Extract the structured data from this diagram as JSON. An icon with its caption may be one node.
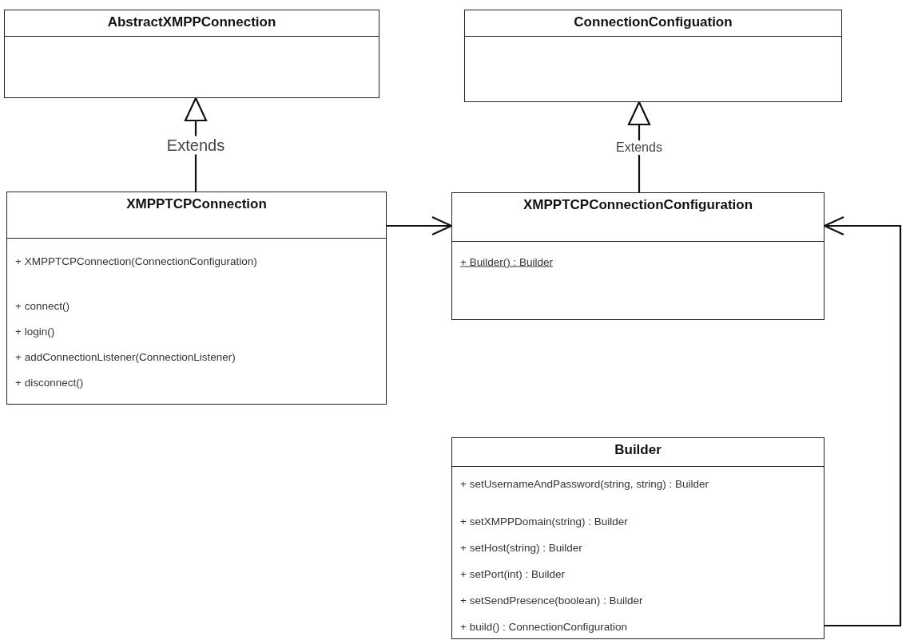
{
  "diagram": {
    "nodes": [
      {
        "text": [
          "AbstractXMPPConnection"
        ]
      },
      {
        "text": [
          "ConnectionConfiguation"
        ]
      },
      {
        "text": [
          "XMPPTCPConnection",
          "+ XMPPTCPConnection(ConnectionConfiguration)",
          "+ connect()",
          "+ login()",
          "+ addConnectionListener(ConnectionListener)",
          "+ disconnect()"
        ]
      },
      {
        "text": [
          "XMPPTCPConnectionConfiguration",
          "+ Builder() : Builder"
        ]
      },
      {
        "text": [
          "Builder",
          "+ setUsernameAndPassword(string, string) : Builder",
          "+ setXMPPDomain(string) : Builder",
          "+ setHost(string) : Builder",
          "+ setPort(int) : Builder",
          "+ setSendPresence(boolean) : Builder",
          "+ build() : ConnectionConfiguration"
        ]
      }
    ],
    "edges": [
      {
        "from": 2,
        "to": 0,
        "arrow": "to",
        "label": "Extends"
      },
      {
        "from": 3,
        "to": 1,
        "arrow": "to",
        "label": "Extends"
      },
      {
        "from": 2,
        "to": 3,
        "arrow": "to"
      },
      {
        "from": 4,
        "to": 3,
        "arrow": "to"
      }
    ]
  }
}
